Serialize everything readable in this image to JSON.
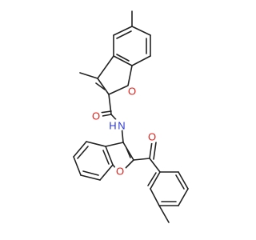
{
  "molecule": {
    "colors": {
      "carbon_bond": "#222222",
      "oxygen": "#e0201a",
      "nitrogen": "#2a36d6"
    },
    "atoms": [
      {
        "key": "o_carbonyl_amide",
        "symbol": "O",
        "element": "oxygen"
      },
      {
        "key": "n_amide",
        "symbol": "N",
        "element": "nitrogen"
      },
      {
        "key": "h_amide",
        "symbol": "H",
        "element": "nitrogen"
      },
      {
        "key": "o_furan_top",
        "symbol": "O",
        "element": "oxygen"
      },
      {
        "key": "o_furan_bottom",
        "symbol": "O",
        "element": "oxygen"
      },
      {
        "key": "o_ketone",
        "symbol": "O",
        "element": "oxygen"
      }
    ]
  }
}
